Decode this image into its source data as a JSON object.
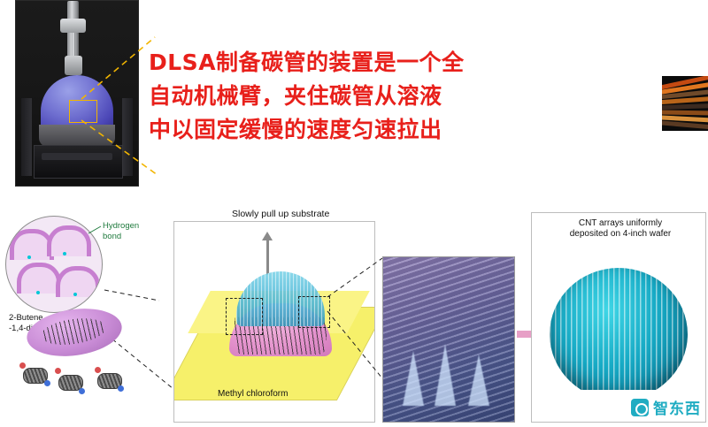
{
  "headline": {
    "line1": "DLSA制备碳管的装置是一个全",
    "line2": "自动机械臂，夹住碳管从溶液",
    "line3": "中以固定缓慢的速度匀速拉出",
    "color": "#e8201b"
  },
  "photo": {
    "name": "dip-coating apparatus photograph",
    "roi_label": ""
  },
  "figure": {
    "labels": {
      "pull_up": "Slowly pull up substrate",
      "hydrogen_bond_line1": "Hydrogen",
      "hydrogen_bond_line2": "bond",
      "butene_line1": "2-Butene",
      "butene_line2": "-1,4-diol",
      "solvent": "Methyl chloroform",
      "wafer_line1": "CNT arrays uniformly",
      "wafer_line2": "deposited on 4-inch wafer"
    },
    "colors": {
      "solvent_slab": "#f6f06a",
      "pink_dome": "#e58fd8",
      "blue_dome": "#4fb6d6",
      "wafer": "#16a9c4",
      "arrow": "#e79fc6",
      "hbond_green": "#1f7a3d",
      "callout_dash": "#f2b500"
    }
  },
  "watermark": {
    "text": "智东西",
    "color": "#0ea5bd"
  }
}
